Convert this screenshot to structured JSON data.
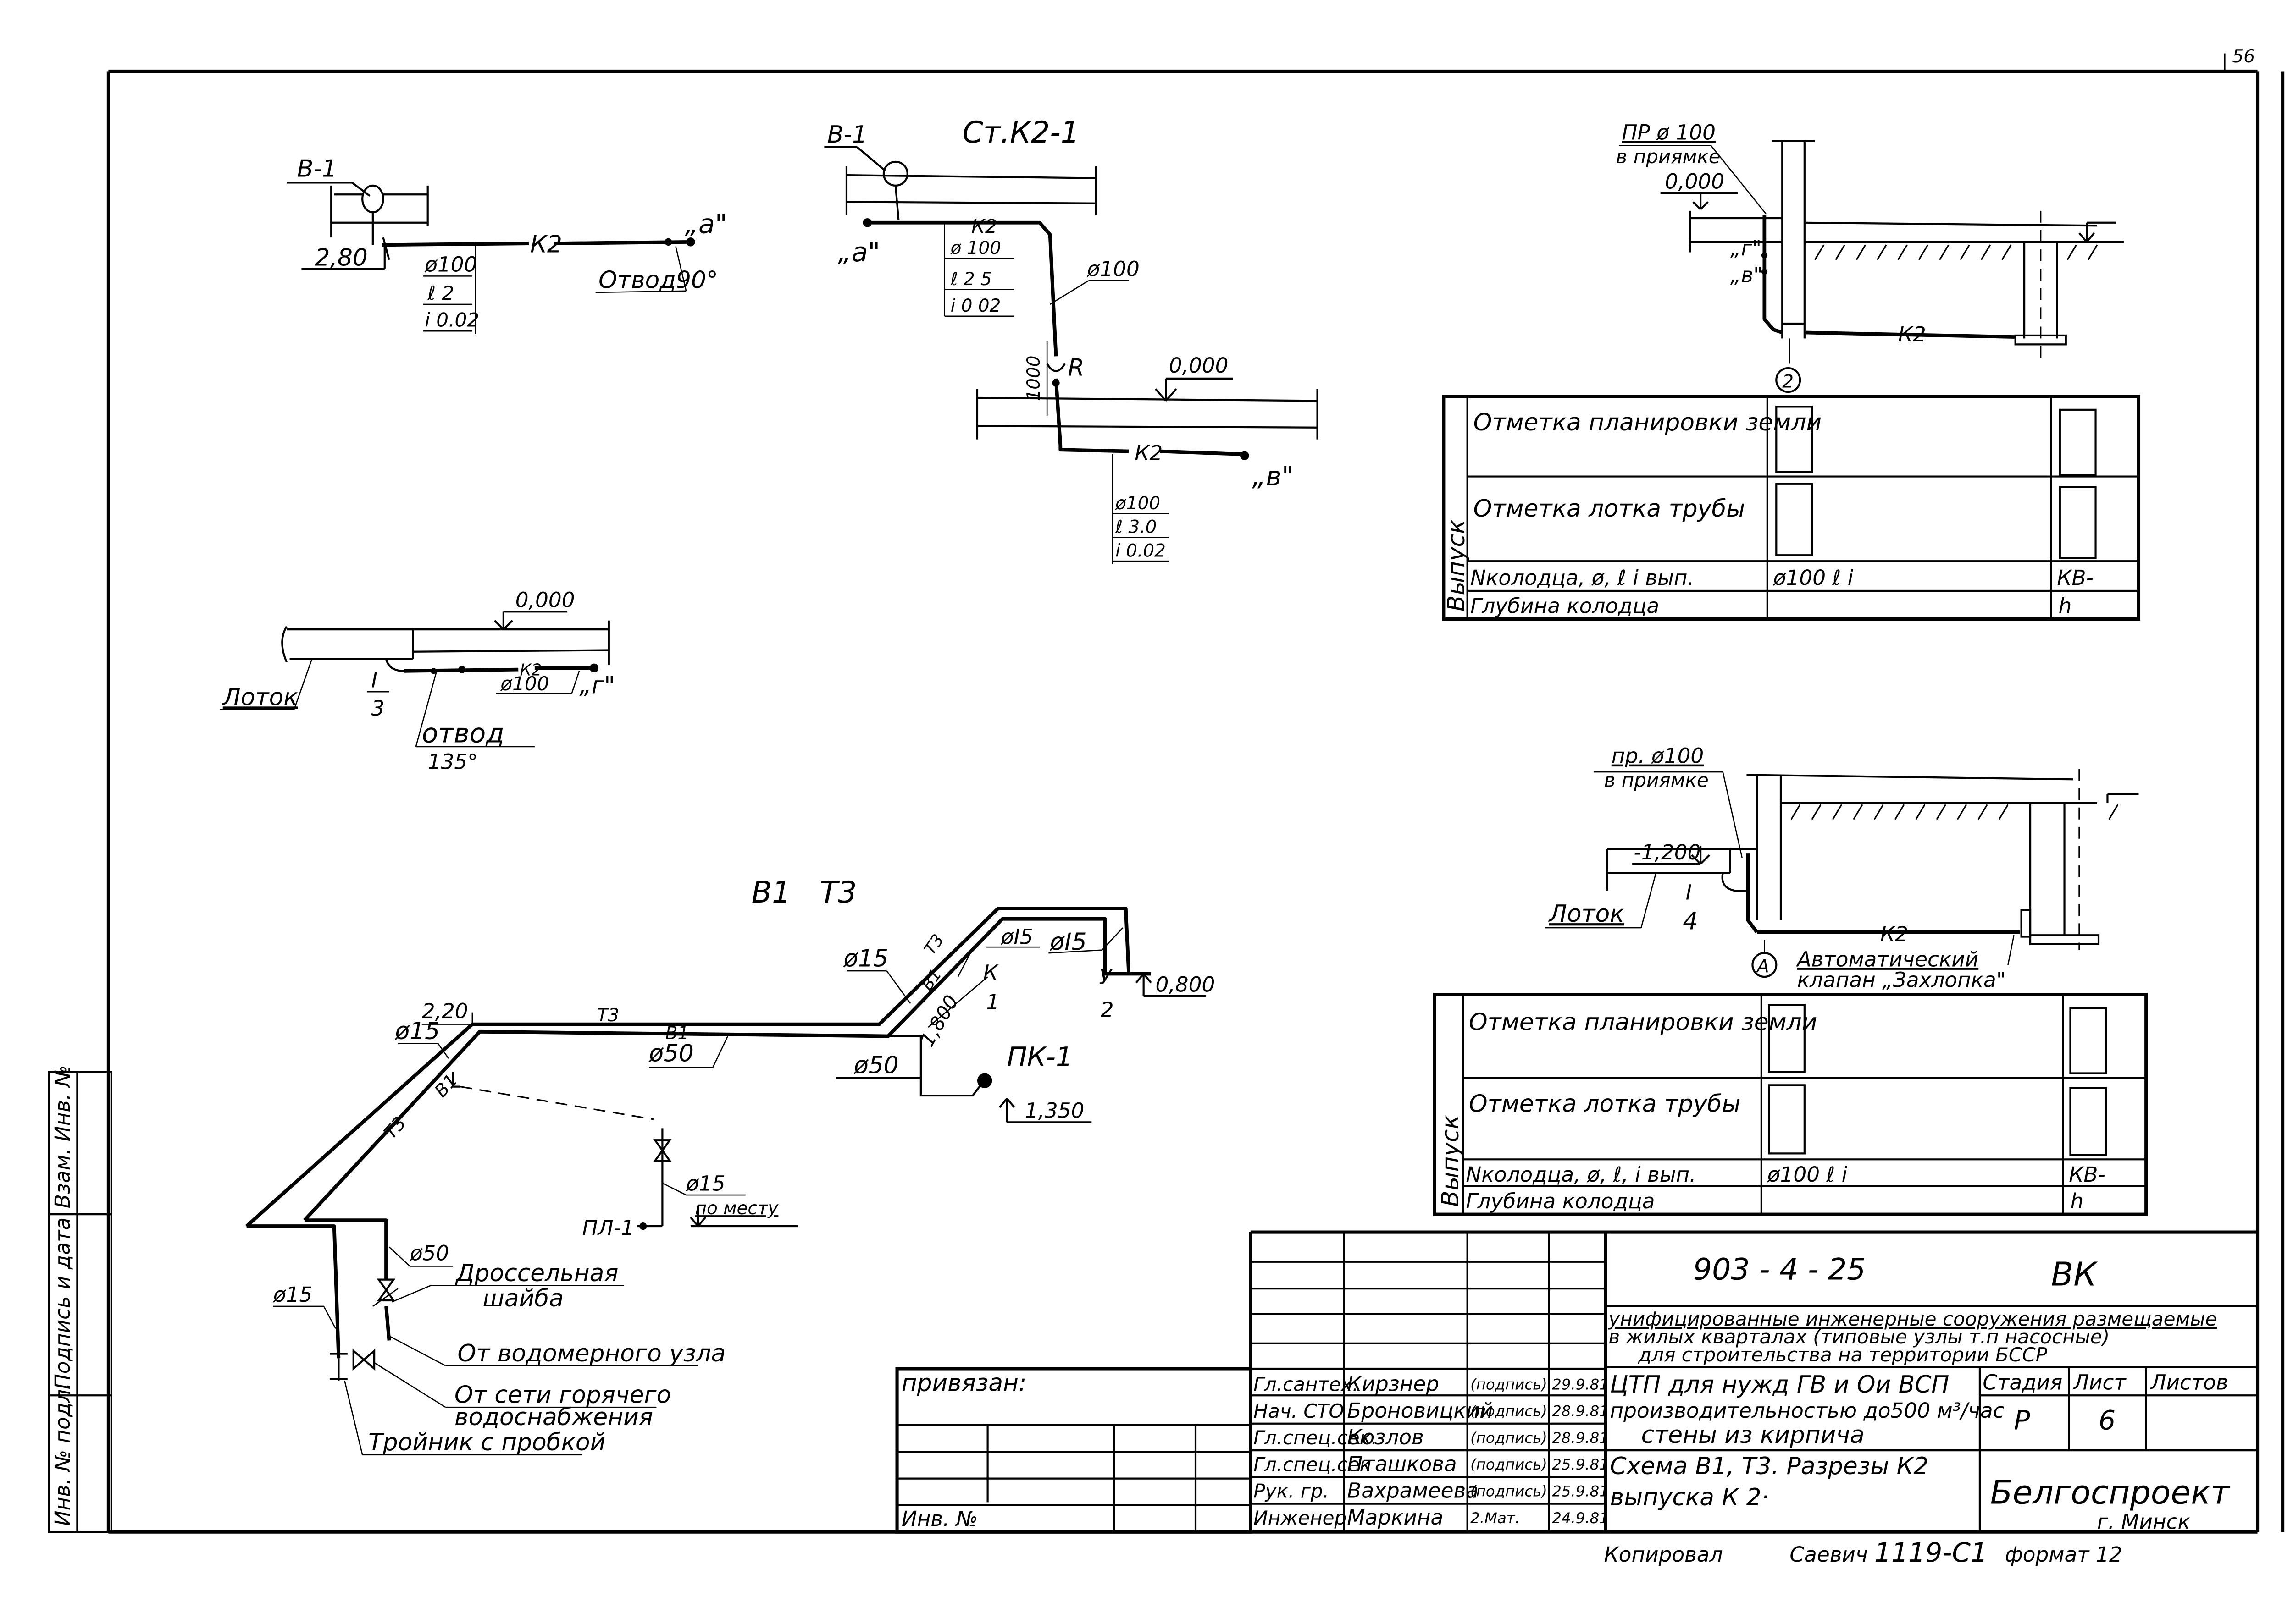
{
  "sheet": {
    "corner_mark": "56"
  },
  "section_top_left": {
    "riser_label": "В-1",
    "elevation": "2,80",
    "pipe_label": "К2",
    "point_label": "„а\"",
    "fitting_label": "Отвод90°",
    "spec": [
      "ø100",
      "ℓ 2",
      "i 0.02"
    ]
  },
  "section_riser": {
    "title": "Ст.К2-1",
    "riser_label": "В-1",
    "point_a": "„а\"",
    "point_b": "„в\"",
    "pipe_label_1": "К2",
    "pipe_label_2": "К2",
    "diameter_label": "ø100",
    "revision_label": "R",
    "height_label": "1000",
    "elevation": "0,000",
    "spec_1": [
      "ø 100",
      "ℓ 2 5",
      "i 0 02"
    ],
    "spec_2": [
      "ø100",
      "ℓ 3.0",
      "i 0.02"
    ]
  },
  "section_tray": {
    "elevation": "0,000",
    "tray_label": "Лоток",
    "section_mark_top": "I",
    "section_mark_bottom": "3",
    "pipe_label": "К2",
    "diameter": "ø100",
    "point_label": "„г\"",
    "fitting_label": "отвод",
    "fitting_angle": "135°"
  },
  "section_outlet_2": {
    "note_line1": "ПР ø 100",
    "note_line2": "в приямке",
    "elevation": "0,000",
    "point_g": "„г\"",
    "point_v": "„в\"",
    "pipe_label": "К2",
    "axis_label": "2"
  },
  "outlet_table_1": {
    "side_label": "Выпуск",
    "rows": [
      {
        "label": "Отметка планировки земли",
        "col1": "",
        "col2": ""
      },
      {
        "label": "Отметка лотка трубы",
        "col1": "",
        "col2": ""
      },
      {
        "label": "Nколодца, ø, ℓ i вып.",
        "col1": "ø100      ℓ        i",
        "col2": "КВ-"
      },
      {
        "label": "Глубина колодца",
        "col1": "",
        "col2": "h"
      }
    ]
  },
  "section_outlet_a": {
    "note_line1": "пр. ø100",
    "note_line2": "в приямке",
    "elevation": "-1,200",
    "tray_label": "Лоток",
    "section_mark_top": "I",
    "section_mark_bottom": "4",
    "pipe_label": "К2",
    "axis_label": "А",
    "valve_line1": "Автоматический",
    "valve_line2": "клапан „Захлопка\""
  },
  "outlet_table_2": {
    "side_label": "Выпуск",
    "rows": [
      {
        "label": "Отметка планировки земли",
        "col1": "",
        "col2": ""
      },
      {
        "label": "Отметка лотка трубы",
        "col1": "",
        "col2": ""
      },
      {
        "label": "Nколодца, ø, ℓ, i вып.",
        "col1": "ø100      ℓ        i",
        "col2": "КВ-"
      },
      {
        "label": "Глубина колодца",
        "col1": "",
        "col2": "h"
      }
    ]
  },
  "scheme_b1_t3": {
    "title_b1": "В1",
    "title_t3": "Т3",
    "elev_220": "2,20",
    "d15_top_left": "ø15",
    "t3_label_top": "Т3",
    "b1_label_top": "В1",
    "d50_top": "ø50",
    "t3_label_diag": "Т3",
    "b1_label_diag": "В1",
    "d15_right1": "ø15",
    "t3_label_right": "Т3",
    "b1_label_right": "В1",
    "d15_right2": "øI5",
    "d15_right3": "øI5",
    "elev_1800": "1,800",
    "mark_k_top": "К",
    "mark_k_bottom": "1",
    "mark_y_top": "У",
    "mark_y_bottom": "2",
    "elev_0800": "0,800",
    "d50_right": "ø50",
    "pk_label": "ПК-1",
    "elev_1350": "1,350",
    "d15_mid": "ø15",
    "in_place": "по месту",
    "pl_label": "ПЛ-1",
    "d50_bottom": "ø50",
    "throttle_line1": "Дроссельная",
    "throttle_line2": "шайба",
    "d15_bottom": "ø15",
    "from_meter": "От водомерного узла",
    "from_hot_line1": "От сети горячего",
    "from_hot_line2": "водоснабжения",
    "tee_plug": "Тройник с пробкой"
  },
  "side_stamp": {
    "cells": [
      "Инв. № подл.",
      "Подпись и дата",
      "Взам. Инв. №"
    ]
  },
  "title_block": {
    "doc_code": "903 - 4 - 25",
    "doc_mark": "ВК",
    "project_line1": "унифицированные инженерные сооружения размещаемые",
    "project_line2": "в жилых кварталах (типовые узлы т.п насосные)",
    "project_line3": "для строительства на территории БССР",
    "bound_label": "привязан:",
    "inv_label": "Инв. №",
    "signatures": [
      {
        "role": "Гл.сантех.",
        "name": "Кирзнер",
        "sign": "(подпись)",
        "date": "29.9.81"
      },
      {
        "role": "Нач. СТО",
        "name": "Броновицкий",
        "sign": "(подпись)",
        "date": "28.9.81"
      },
      {
        "role": "Гл.спец.сек.",
        "name": "Козлов",
        "sign": "(подпись)",
        "date": "28.9.81"
      },
      {
        "role": "Гл.спец.сек",
        "name": "Пташкова",
        "sign": "(подпись)",
        "date": "25.9.81"
      },
      {
        "role": "Рук. гр.",
        "name": "Вахрамеева",
        "sign": "(подпись)",
        "date": "25.9.81"
      },
      {
        "role": "Инженер",
        "name": "Маркина",
        "sign": "2.Мат.",
        "date": "24.9.81"
      }
    ],
    "object_line1": "ЦТП для нужд ГВ и Ои ВСП",
    "object_line2": "производительностью до500 м³/час",
    "object_line3": "стены из кирпича",
    "stage_header": "Стадия",
    "sheet_header": "Лист",
    "sheets_header": "Листов",
    "stage_value": "Р",
    "sheet_value": "6",
    "sheets_value": "",
    "drawing_line1": "Схема В1, Т3. Разрезы К2",
    "drawing_line2": "выпуска  К 2·",
    "org_name": "Белгоспроект",
    "org_city": "г. Минск",
    "copied_label": "Копировал",
    "copied_by": "Саевич",
    "copy_code": "1119-С1",
    "format_label": "формат 12"
  }
}
